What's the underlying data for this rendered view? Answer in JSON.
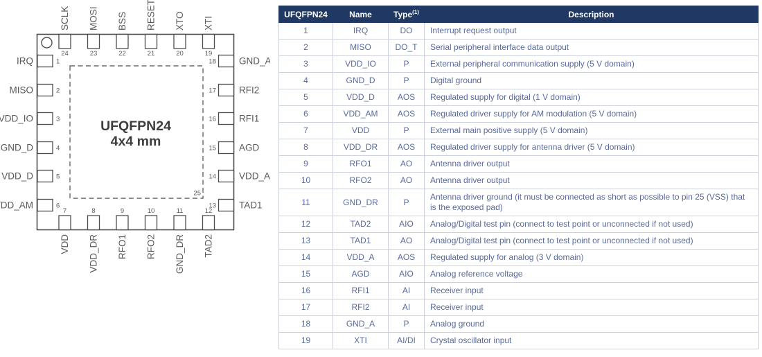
{
  "diagram": {
    "title": "UFQFPN24",
    "subtitle": "4x4 mm",
    "exposed_pad_number": "25",
    "top_pins": [
      {
        "num": "24",
        "label": "SCLK"
      },
      {
        "num": "23",
        "label": "MOSI"
      },
      {
        "num": "22",
        "label": "BSS"
      },
      {
        "num": "21",
        "label": "RESET"
      },
      {
        "num": "20",
        "label": "XTO"
      },
      {
        "num": "19",
        "label": "XTI"
      }
    ],
    "left_pins": [
      {
        "num": "1",
        "label": "IRQ"
      },
      {
        "num": "2",
        "label": "MISO"
      },
      {
        "num": "3",
        "label": "VDD_IO"
      },
      {
        "num": "4",
        "label": "GND_D"
      },
      {
        "num": "5",
        "label": "VDD_D"
      },
      {
        "num": "6",
        "label": "VDD_AM"
      }
    ],
    "right_pins": [
      {
        "num": "18",
        "label": "GND_A"
      },
      {
        "num": "17",
        "label": "RFI2"
      },
      {
        "num": "16",
        "label": "RFI1"
      },
      {
        "num": "15",
        "label": "AGD"
      },
      {
        "num": "14",
        "label": "VDD_A"
      },
      {
        "num": "13",
        "label": "TAD1"
      }
    ],
    "bottom_pins": [
      {
        "num": "7",
        "label": "VDD"
      },
      {
        "num": "8",
        "label": "VDD_DR"
      },
      {
        "num": "9",
        "label": "RFO1"
      },
      {
        "num": "10",
        "label": "RFO2"
      },
      {
        "num": "11",
        "label": "GND_DR"
      },
      {
        "num": "12",
        "label": "TAD2"
      }
    ]
  },
  "table": {
    "headers": {
      "pin": "UFQFPN24",
      "name": "Name",
      "type": "Type",
      "type_sup": "(1)",
      "description": "Description"
    },
    "rows": [
      {
        "pin": "1",
        "name": "IRQ",
        "type": "DO",
        "description": "Interrupt request output"
      },
      {
        "pin": "2",
        "name": "MISO",
        "type": "DO_T",
        "description": "Serial peripheral interface data output"
      },
      {
        "pin": "3",
        "name": "VDD_IO",
        "type": "P",
        "description": "External peripheral communication supply (5 V domain)"
      },
      {
        "pin": "4",
        "name": "GND_D",
        "type": "P",
        "description": "Digital ground"
      },
      {
        "pin": "5",
        "name": "VDD_D",
        "type": "AOS",
        "description": "Regulated supply for digital (1 V domain)"
      },
      {
        "pin": "6",
        "name": "VDD_AM",
        "type": "AOS",
        "description": "Regulated driver supply for AM modulation (5 V domain)"
      },
      {
        "pin": "7",
        "name": "VDD",
        "type": "P",
        "description": "External main positive supply (5 V domain)"
      },
      {
        "pin": "8",
        "name": "VDD_DR",
        "type": "AOS",
        "description": "Regulated driver supply for antenna driver (5 V domain)"
      },
      {
        "pin": "9",
        "name": "RFO1",
        "type": "AO",
        "description": "Antenna driver output"
      },
      {
        "pin": "10",
        "name": "RFO2",
        "type": "AO",
        "description": "Antenna driver output"
      },
      {
        "pin": "11",
        "name": "GND_DR",
        "type": "P",
        "description": "Antenna driver ground (it must be connected as short as possible to pin 25 (VSS) that is the exposed pad)"
      },
      {
        "pin": "12",
        "name": "TAD2",
        "type": "AIO",
        "description": "Analog/Digital test pin (connect to test point or unconnected if not used)"
      },
      {
        "pin": "13",
        "name": "TAD1",
        "type": "AO",
        "description": "Analog/Digital test pin (connect to test point or unconnected if not used)"
      },
      {
        "pin": "14",
        "name": "VDD_A",
        "type": "AOS",
        "description": "Regulated supply for analog (3 V domain)"
      },
      {
        "pin": "15",
        "name": "AGD",
        "type": "AIO",
        "description": "Analog reference voltage"
      },
      {
        "pin": "16",
        "name": "RFI1",
        "type": "AI",
        "description": "Receiver input"
      },
      {
        "pin": "17",
        "name": "RFI2",
        "type": "AI",
        "description": "Receiver input"
      },
      {
        "pin": "18",
        "name": "GND_A",
        "type": "P",
        "description": "Analog ground"
      },
      {
        "pin": "19",
        "name": "XTI",
        "type": "AI/DI",
        "description": "Crystal oscillator input"
      }
    ]
  },
  "colors": {
    "table_header_bg": "#1f3864",
    "table_text": "#5a6b9d",
    "table_border": "#ccd1dc",
    "diagram_line": "#4d4d4d",
    "diagram_text": "#595959"
  }
}
